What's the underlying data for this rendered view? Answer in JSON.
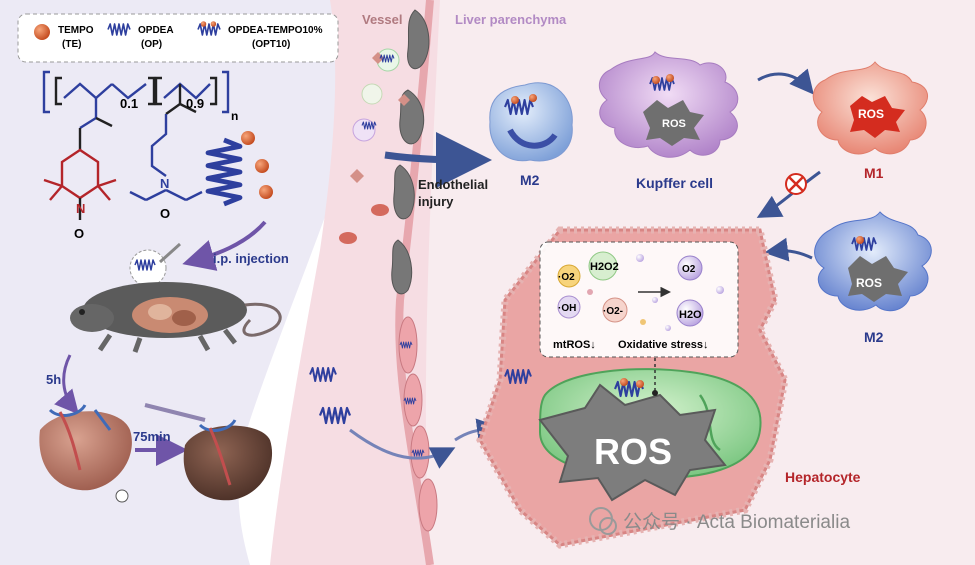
{
  "legend": {
    "items": [
      {
        "name": "TEMPO",
        "abbr": "(TE)"
      },
      {
        "name": "OPDEA",
        "abbr": "(OP)"
      },
      {
        "name": "OPDEA-TEMPO10%",
        "abbr": "(OPT10)"
      }
    ]
  },
  "chem": {
    "sub1": "0.1",
    "sub2": "0.9",
    "n": "n",
    "o_minus": "O",
    "n_atom": "N",
    "o_atom": "O"
  },
  "regions": {
    "vessel": "Vessel",
    "parenchyma": "Liver parenchyma"
  },
  "steps": {
    "injection": "i.p. injection",
    "time1": "5h",
    "time2": "75min"
  },
  "cells": {
    "kupffer": "Kupffer cell",
    "m2_top": "M2",
    "m1": "M1",
    "m2_right": "M2",
    "hepatocyte": "Hepatocyte",
    "ros": "ROS"
  },
  "injury": {
    "line1": "Endothelial",
    "line2": "injury"
  },
  "inset": {
    "species": [
      "·O2",
      "H2O2",
      "·OH",
      "·O2-",
      "O2",
      "H2O"
    ],
    "caption_left": "mtROS↓",
    "caption_right": "Oxidative stress↓"
  },
  "watermark": "公众号 · Acta Biomaterialia",
  "colors": {
    "tempo": "#d2622e",
    "opdea": "#2e3f9e",
    "hepatocyte": "#e8a3a2",
    "ros_gray": "#7d7d7d",
    "text_red": "#b4252a",
    "text_navy": "#2b3a8c",
    "arrow_purple": "#6f55a8"
  }
}
